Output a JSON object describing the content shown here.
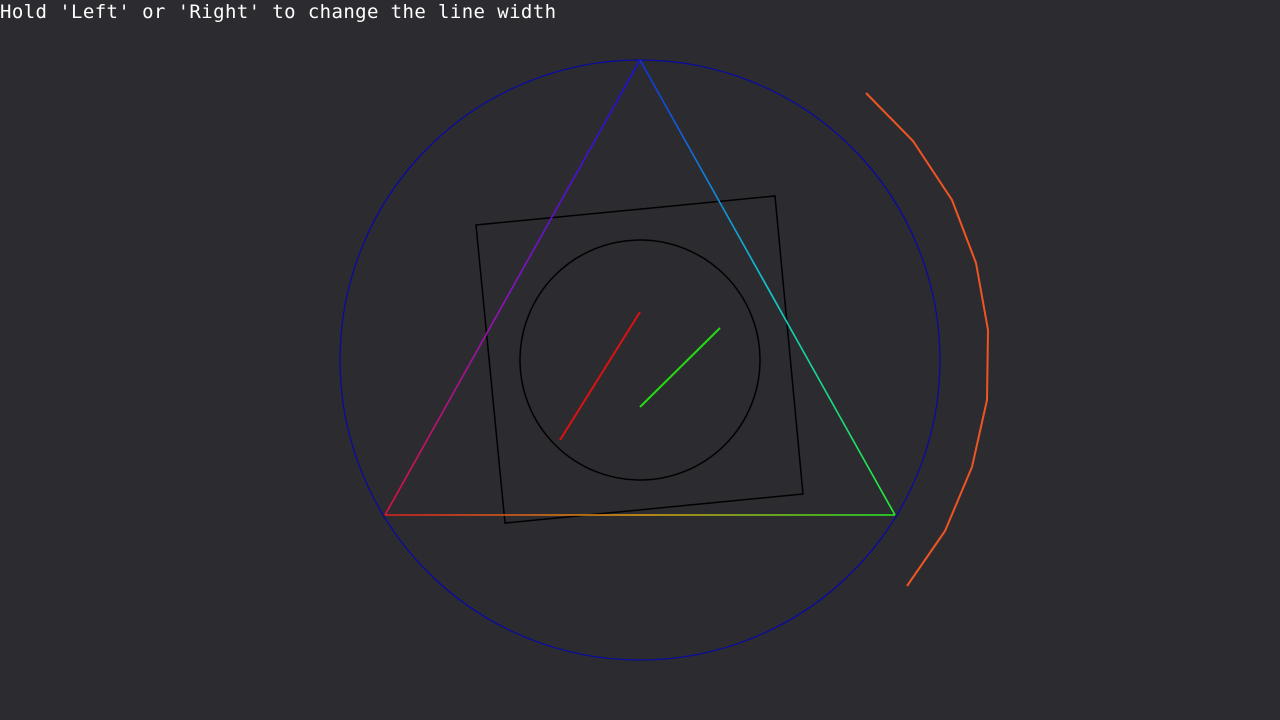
{
  "hint": {
    "text": "Hold 'Left' or 'Right' to change the line width"
  },
  "colors": {
    "background": "#2c2c30",
    "hint_text": "#ffffff",
    "outer_circle": "#0a0aa0",
    "inner_shapes": "#000000",
    "arc": "#ee5522",
    "red_line": "#dd1111",
    "green_line": "#22dd11",
    "triangle_top": "#1010e0",
    "triangle_left": "#e01010",
    "triangle_right": "#22ee22"
  },
  "scene": {
    "shapes": [
      "outer-circle",
      "triangle",
      "rotated-square",
      "inner-circle",
      "arc",
      "red-line",
      "green-line"
    ]
  }
}
